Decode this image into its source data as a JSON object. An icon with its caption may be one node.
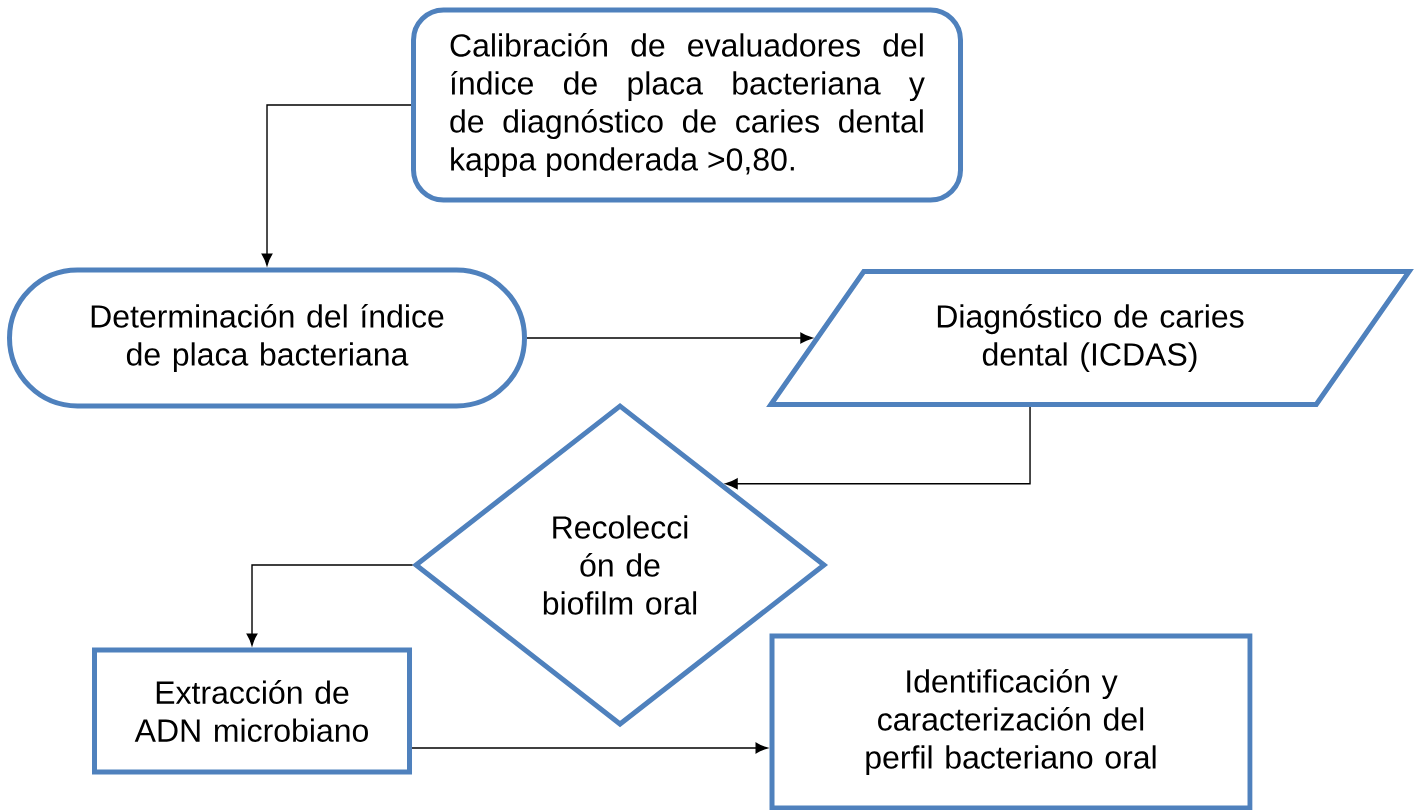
{
  "diagram": {
    "nodes": [
      {
        "text": [
          "Calibración de evaluadores del índice de placa bacteriana y de diagnóstico de caries dental kappa ponderada >0,80."
        ]
      },
      {
        "text": [
          "Determinación del índice de placa bacteriana"
        ]
      },
      {
        "text": [
          "Diagnóstico de caries dental (ICDAS)"
        ]
      },
      {
        "text": [
          "Recolecci ón de biofilm oral"
        ]
      },
      {
        "text": [
          "Extracción de ADN microbiano"
        ]
      },
      {
        "text": [
          "Identificación y caracterización del perfil bacteriano oral"
        ]
      }
    ],
    "edges": [
      {
        "from": 0,
        "to": 1,
        "arrow": "to"
      },
      {
        "from": 1,
        "to": 2,
        "arrow": "to"
      },
      {
        "from": 2,
        "to": 3,
        "arrow": "to"
      },
      {
        "from": 3,
        "to": 4,
        "arrow": "to"
      },
      {
        "from": 4,
        "to": 5,
        "arrow": "to"
      }
    ]
  }
}
